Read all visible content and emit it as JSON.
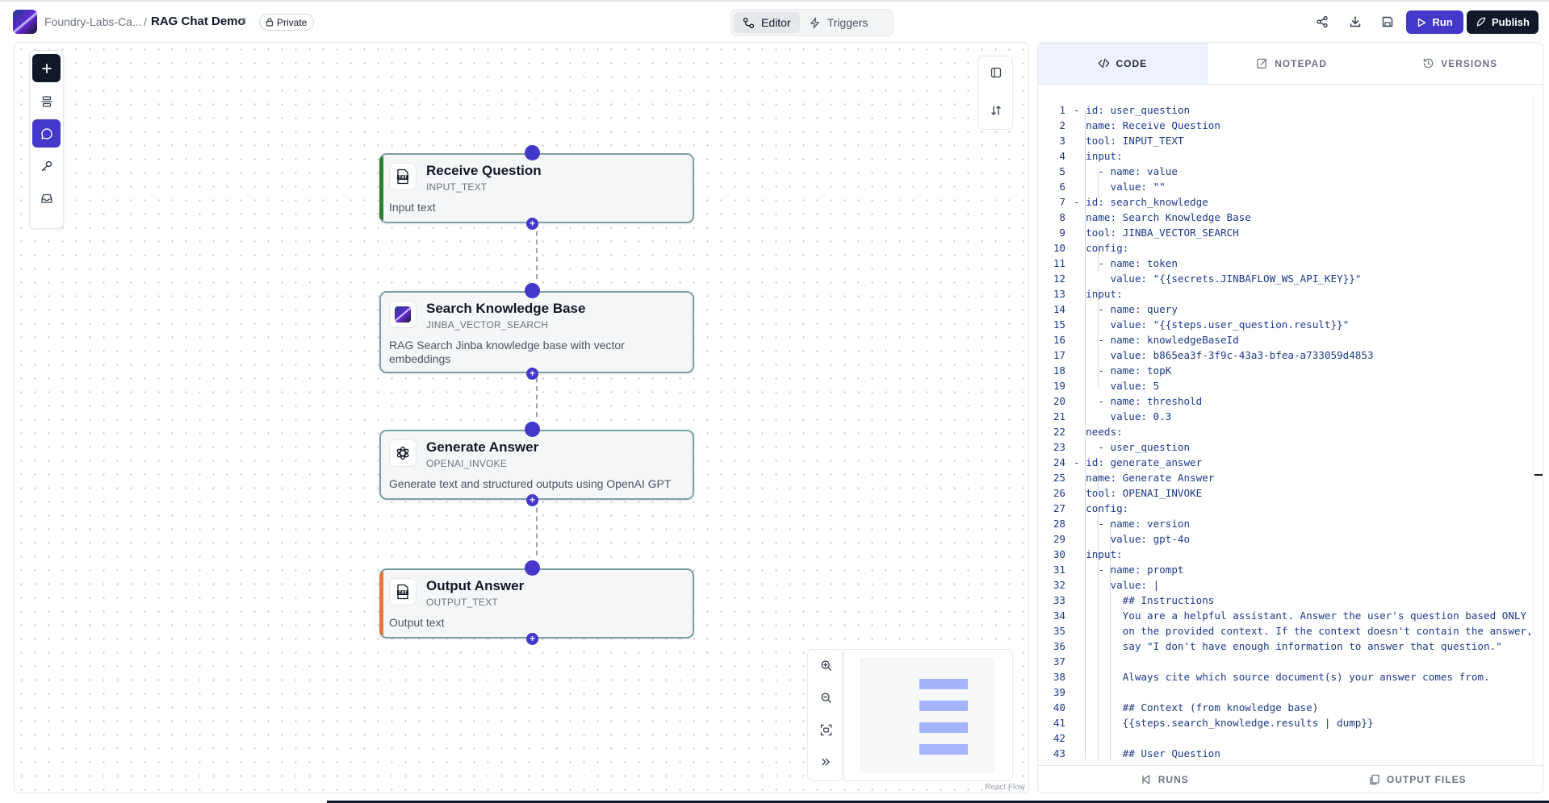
{
  "header": {
    "org_name": "Foundry-Labs-Ca...",
    "separator": "/",
    "project_name": "RAG Chat Demo",
    "visibility": "Private",
    "modes": [
      {
        "label": "Editor",
        "icon": "workflow-icon",
        "active": true
      },
      {
        "label": "Triggers",
        "icon": "lightning-icon",
        "active": false
      }
    ],
    "actions": {
      "share": "share-icon",
      "download": "download-icon",
      "save": "save-icon"
    },
    "run_label": "Run",
    "publish_label": "Publish"
  },
  "toolbox": {
    "items": [
      "add-icon",
      "align-icon",
      "chat-icon",
      "key-icon",
      "inbox-icon"
    ],
    "active": "chat-icon"
  },
  "nodes": [
    {
      "title": "Receive Question",
      "tool": "INPUT_TEXT",
      "description": "Input text",
      "icon": "txt-file-icon",
      "accent": "#2e7d32"
    },
    {
      "title": "Search Knowledge Base",
      "tool": "JINBA_VECTOR_SEARCH",
      "description": "RAG Search Jinba knowledge base with vector embeddings",
      "icon": "jinba-logo-icon",
      "accent": ""
    },
    {
      "title": "Generate Answer",
      "tool": "OPENAI_INVOKE",
      "description": "Generate text and structured outputs using OpenAI GPT",
      "icon": "openai-icon",
      "accent": ""
    },
    {
      "title": "Output Answer",
      "tool": "OUTPUT_TEXT",
      "description": "Output text",
      "icon": "txt-file-icon",
      "accent": "#e07a3b"
    }
  ],
  "canvas": {
    "attribution": "React Flow"
  },
  "panel": {
    "tabs": [
      {
        "label": "CODE",
        "icon": "code-icon",
        "active": true
      },
      {
        "label": "NOTEPAD",
        "icon": "notepad-icon",
        "active": false
      },
      {
        "label": "VERSIONS",
        "icon": "history-icon",
        "active": false
      }
    ],
    "bottom_tabs": [
      {
        "label": "RUNS",
        "icon": "runs-icon"
      },
      {
        "label": "OUTPUT FILES",
        "icon": "files-icon"
      }
    ],
    "code_lines": [
      "- id: user_question",
      "  name: Receive Question",
      "  tool: INPUT_TEXT",
      "  input:",
      "    - name: value",
      "      value: \"\"",
      "- id: search_knowledge",
      "  name: Search Knowledge Base",
      "  tool: JINBA_VECTOR_SEARCH",
      "  config:",
      "    - name: token",
      "      value: \"{{secrets.JINBAFLOW_WS_API_KEY}}\"",
      "  input:",
      "    - name: query",
      "      value: \"{{steps.user_question.result}}\"",
      "    - name: knowledgeBaseId",
      "      value: b865ea3f-3f9c-43a3-bfea-a733059d4853",
      "    - name: topK",
      "      value: 5",
      "    - name: threshold",
      "      value: 0.3",
      "  needs:",
      "    - user_question",
      "- id: generate_answer",
      "  name: Generate Answer",
      "  tool: OPENAI_INVOKE",
      "  config:",
      "    - name: version",
      "      value: gpt-4o",
      "  input:",
      "    - name: prompt",
      "      value: |",
      "        ## Instructions",
      "        You are a helpful assistant. Answer the user's question based ONLY",
      "        on the provided context. If the context doesn't contain the answer,",
      "        say \"I don't have enough information to answer that question.\"",
      "",
      "        Always cite which source document(s) your answer comes from.",
      "",
      "        ## Context (from knowledge base)",
      "        {{steps.search_knowledge.results | dump}}",
      "",
      "        ## User Question"
    ]
  }
}
